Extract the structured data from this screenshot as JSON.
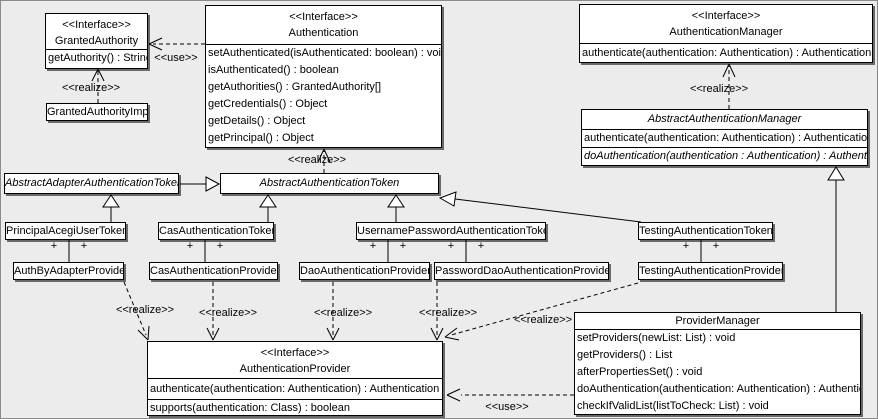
{
  "diagram": {
    "labels": {
      "realize": "<<realize>>",
      "use": "<<use>>",
      "plus": "+"
    },
    "classes": {
      "granted_authority": {
        "stereotype": "<<Interface>>",
        "name": "GrantedAuthority",
        "methods": [
          "getAuthority() : String"
        ]
      },
      "granted_authority_impl": {
        "name": "GrantedAuthorityImpl"
      },
      "authentication": {
        "stereotype": "<<Interface>>",
        "name": "Authentication",
        "methods": [
          "setAuthenticated(isAuthenticated: boolean) : void",
          "isAuthenticated() : boolean",
          "getAuthorities() : GrantedAuthority[]",
          "getCredentials() : Object",
          "getDetails() : Object",
          "getPrincipal() : Object"
        ]
      },
      "authentication_manager": {
        "stereotype": "<<Interface>>",
        "name": "AuthenticationManager",
        "methods": [
          "authenticate(authentication: Authentication) : Authentication"
        ]
      },
      "abstract_authentication_manager": {
        "name": "AbstractAuthenticationManager",
        "methods": [
          "authenticate(authentication: Authentication) : Authentication",
          "doAuthentication(authentication : Authentication) : Authentication"
        ]
      },
      "abstract_adapter_authentication_token": {
        "name": "AbstractAdapterAuthenticationToken"
      },
      "abstract_authentication_token": {
        "name": "AbstractAuthenticationToken"
      },
      "principal_acegi_user_token": {
        "name": "PrincipalAcegiUserToken"
      },
      "cas_authentication_token": {
        "name": "CasAuthenticationToken"
      },
      "username_password_authentication_token": {
        "name": "UsernamePasswordAuthenticationToken"
      },
      "testing_authentication_token": {
        "name": "TestingAuthenticationToken"
      },
      "auth_by_adapter_provider": {
        "name": "AuthByAdapterProvider"
      },
      "cas_authentication_provider": {
        "name": "CasAuthenticationProvider"
      },
      "dao_authentication_provider": {
        "name": "DaoAuthenticationProvider"
      },
      "password_dao_authentication_provider": {
        "name": "PasswordDaoAuthenticationProvider"
      },
      "testing_authentication_provider": {
        "name": "TestingAuthenticationProvider"
      },
      "authentication_provider": {
        "stereotype": "<<Interface>>",
        "name": "AuthenticationProvider",
        "methods": [
          "authenticate(authentication: Authentication) : Authentication",
          "supports(authentication: Class) : boolean"
        ]
      },
      "provider_manager": {
        "name": "ProviderManager",
        "methods": [
          "setProviders(newList: List) : void",
          "getProviders() : List",
          "afterPropertiesSet() : void",
          "doAuthentication(authentication: Authentication) : Authentication",
          "checkIfValidList(listToCheck: List) : void"
        ]
      }
    }
  }
}
